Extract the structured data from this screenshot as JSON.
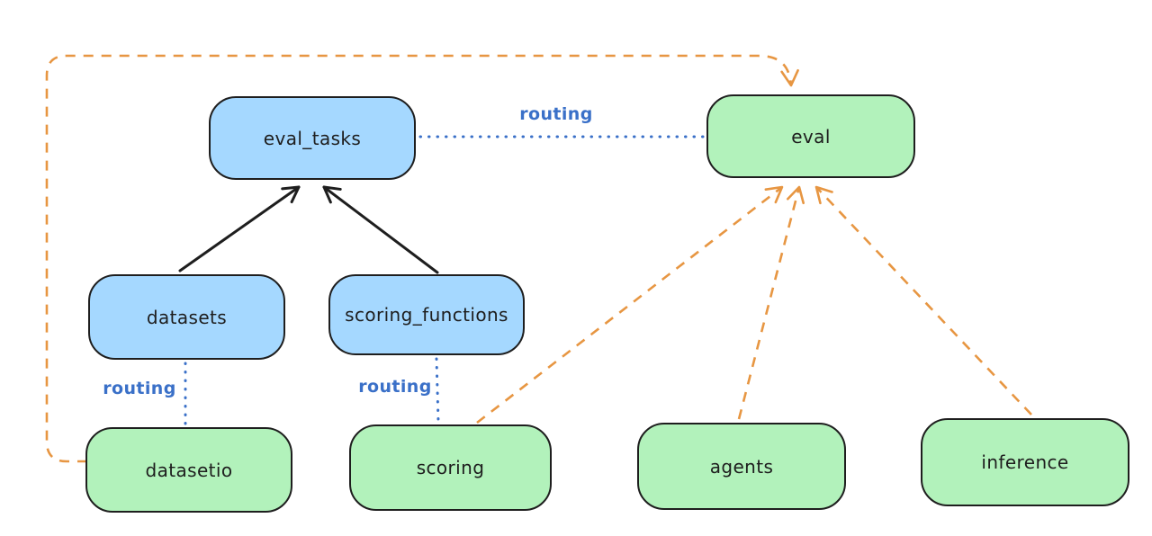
{
  "colors": {
    "background": "#ffffff",
    "stroke": "#1e1e1e",
    "node_blue_fill": "#a5d8ff",
    "node_green_fill": "#b2f2bb",
    "edge_blue": "#3a70c8",
    "edge_orange": "#e79642"
  },
  "nodes": [
    {
      "id": "eval_tasks",
      "label": "eval_tasks",
      "color": "blue"
    },
    {
      "id": "eval",
      "label": "eval",
      "color": "green"
    },
    {
      "id": "datasets",
      "label": "datasets",
      "color": "blue"
    },
    {
      "id": "scoring_functions",
      "label": "scoring_functions",
      "color": "blue"
    },
    {
      "id": "datasetio",
      "label": "datasetio",
      "color": "green"
    },
    {
      "id": "scoring",
      "label": "scoring",
      "color": "green"
    },
    {
      "id": "agents",
      "label": "agents",
      "color": "green"
    },
    {
      "id": "inference",
      "label": "inference",
      "color": "green"
    }
  ],
  "edge_labels": [
    {
      "id": "routing-eval-tasks-to-eval",
      "text": "routing"
    },
    {
      "id": "routing-datasets-to-datasetio",
      "text": "routing"
    },
    {
      "id": "routing-scoring-functions-to-scoring",
      "text": "routing"
    }
  ],
  "edges": [
    {
      "id": "datasets-to-eval-tasks",
      "style": "solid-black-arrow"
    },
    {
      "id": "scoring-functions-to-eval-tasks",
      "style": "solid-black-arrow"
    },
    {
      "id": "eval-tasks-to-eval",
      "style": "blue-dotted"
    },
    {
      "id": "datasets-to-datasetio",
      "style": "blue-dotted"
    },
    {
      "id": "scoring-functions-to-scoring",
      "style": "blue-dotted"
    },
    {
      "id": "datasetio-to-eval-loop",
      "style": "orange-dashed-arrow"
    },
    {
      "id": "scoring-to-eval",
      "style": "orange-dashed-arrow"
    },
    {
      "id": "agents-to-eval",
      "style": "orange-dashed-arrow"
    },
    {
      "id": "inference-to-eval",
      "style": "orange-dashed-arrow"
    }
  ]
}
